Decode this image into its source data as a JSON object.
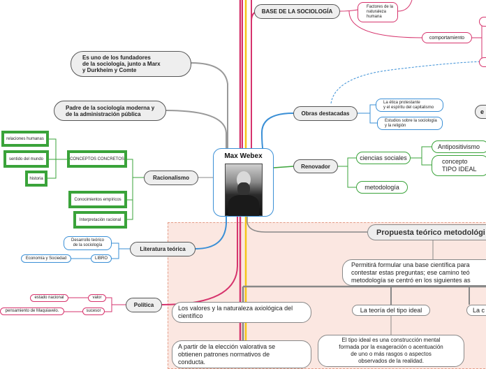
{
  "center": {
    "title": "Max Webex"
  },
  "top": {
    "base_sociologia": "BASE DE LA SOCIOLOGÍA",
    "factores": "Factores de la\nnaturaleza\nhumana",
    "comportamiento": "comportamiento"
  },
  "left": {
    "fundadores": "Es uno de los fundadores\nde la sociología, junto a Marx\ny Durkheim y Comte",
    "padre": "Padre de la sociología moderna y\nde la administración pública",
    "racionalismo": "Racionalismo",
    "conceptos_concretos": "CONCEPTOS CONCRETOS",
    "relaciones_humanas": "relaciones humanas",
    "sentido_mundo": "sentido del mundo",
    "historia": "historia",
    "conocimientos": "Conocimientos empíricos",
    "interpretacion": "Interpretación racional",
    "literatura": "Literatura teórica",
    "desarrollo": "Desarrollo teórico\nde la sociología",
    "libro": "LIBRO",
    "economia": "Economía y Sociedad",
    "politica": "Política",
    "valor": "valor",
    "estado_nacional": "estado nacional",
    "sucesor": "sucesor",
    "maquiavelo": "pensamiento de Maquiavelo."
  },
  "right": {
    "obras": "Obras destacadas",
    "etica": "La ética protestante\ny el espíritu del capitalismo",
    "estudios": "Estudios sobre la sociología\ny la religión",
    "renovador": "Renovador",
    "ciencias": "ciencias sociales",
    "antipositivismo": "Antipositivismo",
    "concepto": "concepto\nTIPO IDEAL",
    "metodologia": "metodología",
    "edge_fragment": "e"
  },
  "propuesta": {
    "title": "Propuesta teórico metodológi",
    "intro": "Permitirá  formular una base científica para\ncontestar estas preguntas; ese camino teó\nmetodología se centró en los siguientes as",
    "valores": "Los valores y la naturaleza axiológica del\ncientífico",
    "tipo_ideal": "La teoría del tipo ideal",
    "la_c": "La c",
    "eleccion": "A partir de la elección valorativa se\nobtienen patrones normativos de\nconducta.",
    "tipo_def": "El tipo ideal es una construcción mental\nformada por la exageración o acentuación\nde uno o más rasgos o aspectos\nobservados de la realidad."
  },
  "colors": {
    "red": "#d6336c",
    "yellow": "#f5c518",
    "blue": "#3a8fd6",
    "green": "#3aa33a",
    "gray": "#888888"
  }
}
